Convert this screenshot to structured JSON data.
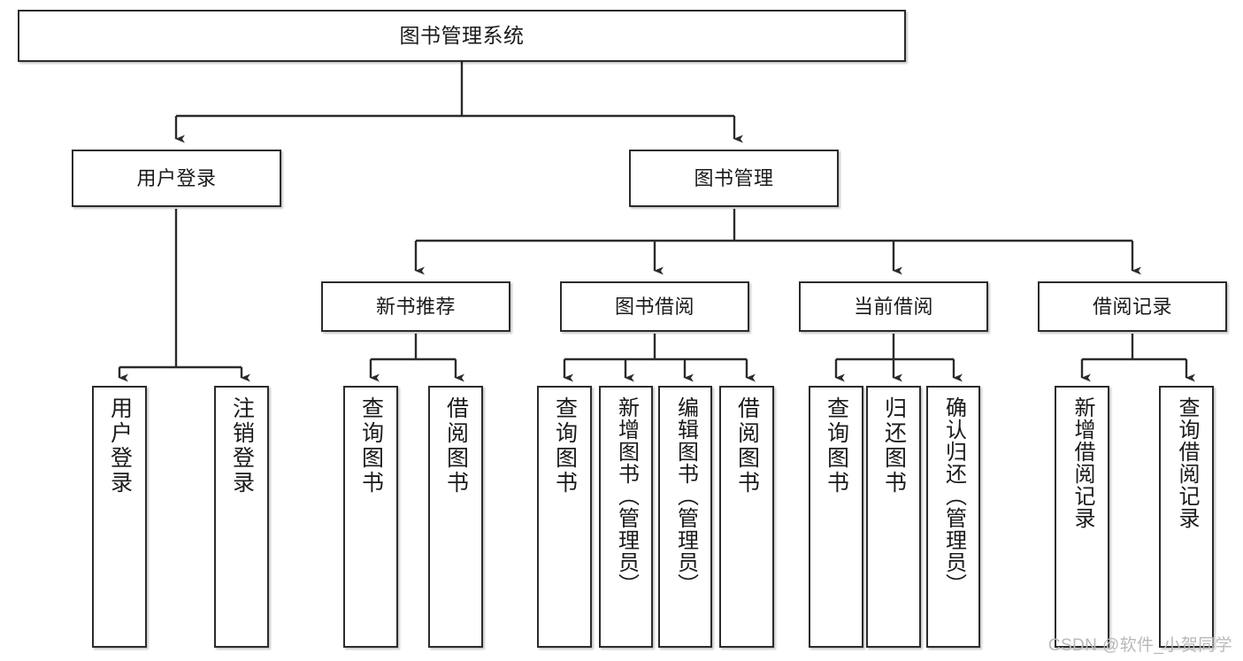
{
  "diagram": {
    "title": "图书管理系统",
    "watermark": "CSDN @软件_小贺同学",
    "colors": {
      "background": "#ffffff",
      "node_border": "#2b2b2b",
      "node_fill": "#ffffff",
      "edge": "#2b2b2b",
      "text": "#1a1a1a",
      "watermark": "#b9b9b9"
    },
    "levels": {
      "root": "图书管理系统",
      "level2": [
        "用户登录",
        "图书管理"
      ],
      "level3": [
        "新书推荐",
        "图书借阅",
        "当前借阅",
        "借阅记录"
      ]
    },
    "nodes": {
      "root": {
        "label": "图书管理系统"
      },
      "user_login": {
        "label": "用户登录"
      },
      "book_manage": {
        "label": "图书管理"
      },
      "new_book_rec": {
        "label": "新书推荐"
      },
      "book_borrow": {
        "label": "图书借阅"
      },
      "current_borrow": {
        "label": "当前借阅"
      },
      "borrow_record": {
        "label": "借阅记录"
      },
      "leaf_user_login": {
        "label": "用户登录"
      },
      "leaf_logout": {
        "label": "注销登录"
      },
      "leaf_rec_query": {
        "label": "查询图书"
      },
      "leaf_rec_borrow": {
        "label": "借阅图书"
      },
      "leaf_bb_query": {
        "label": "查询图书"
      },
      "leaf_bb_add": {
        "label": "新增图书（管理员）"
      },
      "leaf_bb_edit": {
        "label": "编辑图书（管理员）"
      },
      "leaf_bb_borrow": {
        "label": "借阅图书"
      },
      "leaf_cb_query": {
        "label": "查询图书"
      },
      "leaf_cb_return": {
        "label": "归还图书"
      },
      "leaf_cb_confirm": {
        "label": "确认归还（管理员）"
      },
      "leaf_br_add": {
        "label": "新增借阅记录"
      },
      "leaf_br_query": {
        "label": "查询借阅记录"
      }
    }
  }
}
